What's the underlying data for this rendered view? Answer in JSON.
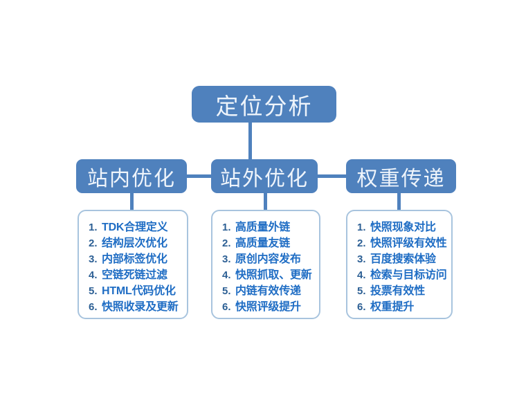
{
  "diagram": {
    "title_node": {
      "label": "定位分析"
    },
    "branches": [
      {
        "header": "站内优化",
        "items": [
          {
            "num": "1.",
            "text": "TDK合理定义"
          },
          {
            "num": "2.",
            "text": "结构层次优化"
          },
          {
            "num": "3.",
            "text": "内部标签优化"
          },
          {
            "num": "4.",
            "text": "空链死链过滤"
          },
          {
            "num": "5.",
            "text": "HTML代码优化"
          },
          {
            "num": "6.",
            "text": "快照收录及更新"
          }
        ]
      },
      {
        "header": "站外优化",
        "items": [
          {
            "num": "1.",
            "text": "高质量外链"
          },
          {
            "num": "2.",
            "text": "高质量友链"
          },
          {
            "num": "3.",
            "text": "原创内容发布"
          },
          {
            "num": "4.",
            "text": "快照抓取、更新"
          },
          {
            "num": "5.",
            "text": "内链有效传递"
          },
          {
            "num": "6.",
            "text": "快照评级提升"
          }
        ]
      },
      {
        "header": "权重传递",
        "items": [
          {
            "num": "1.",
            "text": "快照现象对比"
          },
          {
            "num": "2.",
            "text": "快照评级有效性"
          },
          {
            "num": "3.",
            "text": "百度搜索体验"
          },
          {
            "num": "4.",
            "text": "检索与目标访问"
          },
          {
            "num": "5.",
            "text": "投票有效性"
          },
          {
            "num": "6.",
            "text": "权重提升"
          }
        ]
      }
    ],
    "colors": {
      "node_fill": "#4f81bd",
      "node_text": "#eef4fb",
      "connector": "#4f81bd",
      "panel_border": "#a8c4de",
      "list_number": "#2c5f94",
      "list_text": "#1f6dc4",
      "background": "#ffffff"
    }
  }
}
